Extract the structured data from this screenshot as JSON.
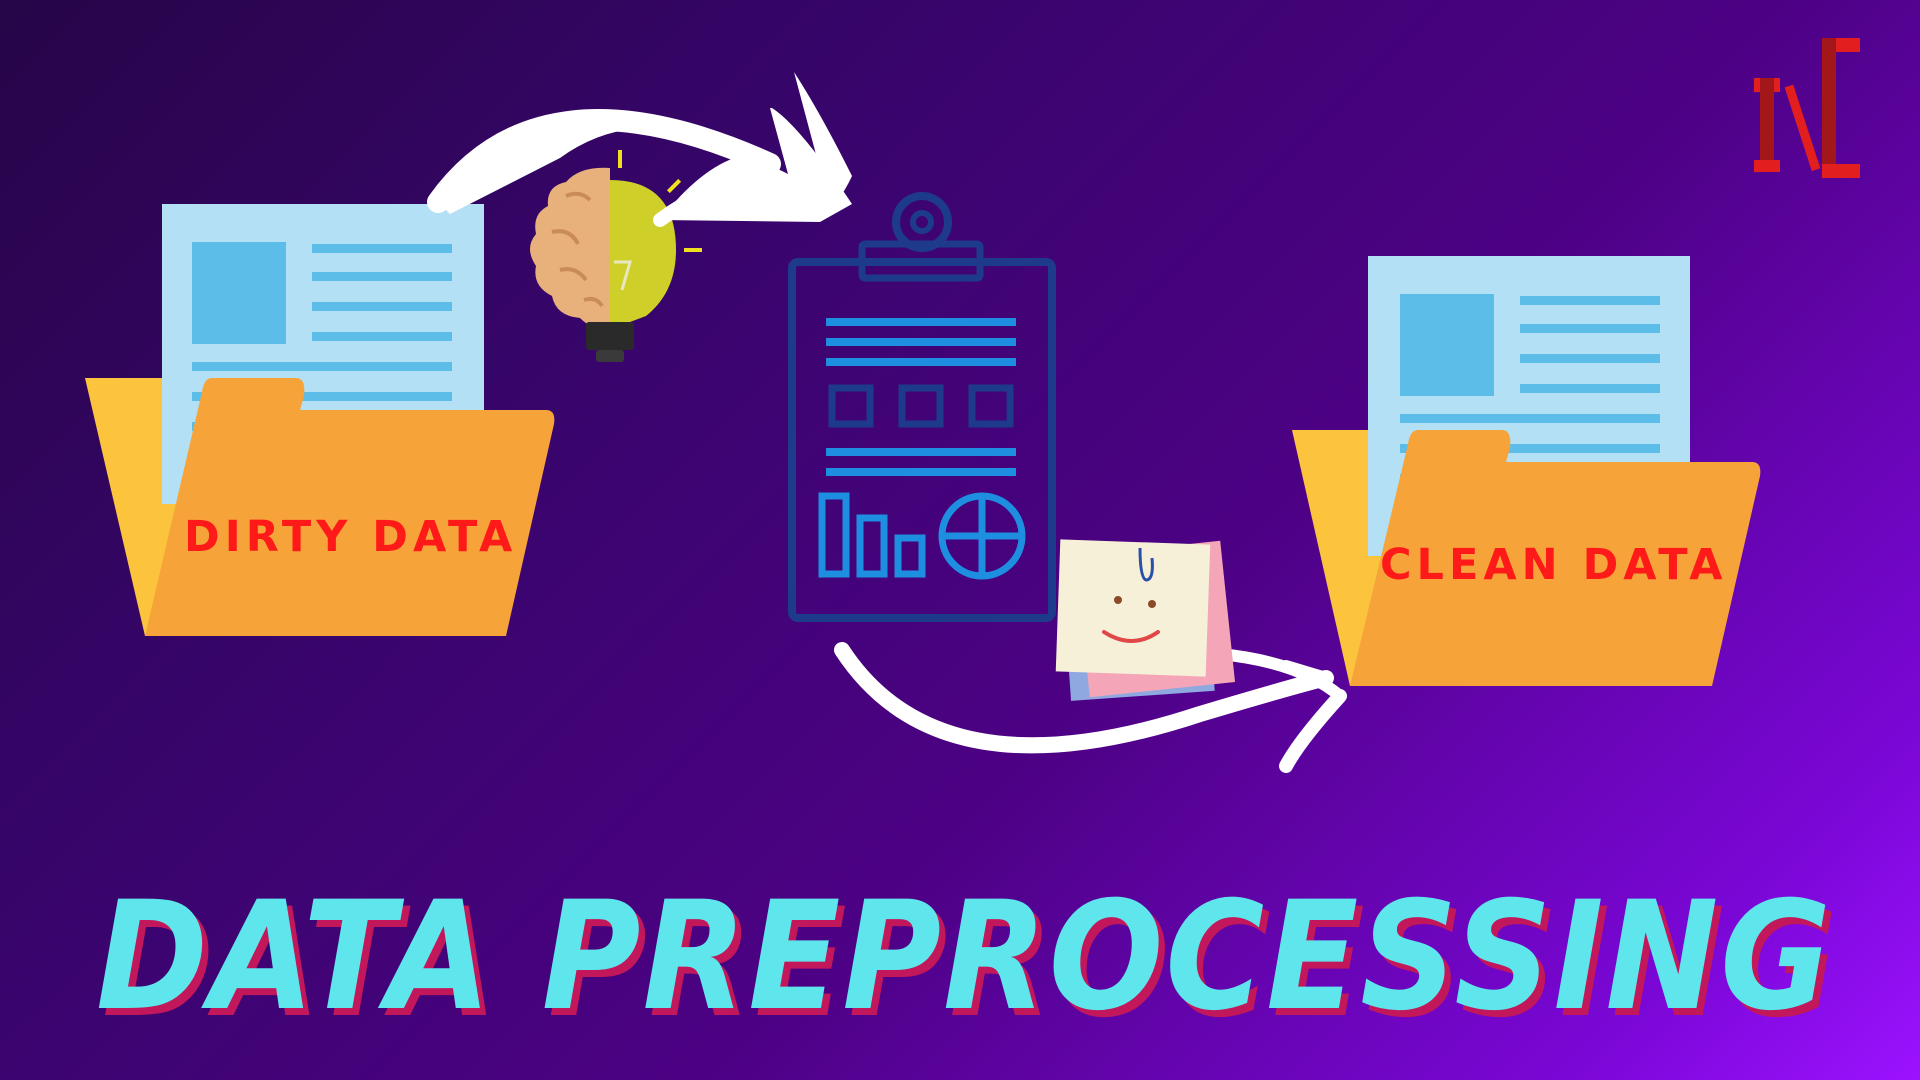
{
  "dirty_folder": {
    "label": "DIRTY DATA"
  },
  "clean_folder": {
    "label": "CLEAN DATA"
  },
  "headline": "DATA PREPROCESSING",
  "icons": [
    "folder-icon",
    "document-icon",
    "brain-lightbulb-icon",
    "clipboard-report-icon",
    "sticky-note-icon",
    "arrow-icon",
    "brand-logo"
  ],
  "colors": {
    "background_start": "#260548",
    "background_end": "#9c12ff",
    "folder": "#f6a43a",
    "folder_back": "#fcc43c",
    "document": "#b3e0f5",
    "document_lines": "#5bbde8",
    "label": "#ff1a1a",
    "headline": "#5ee6ec",
    "headline_shadow": "#c2185b",
    "clipboard_outline": "#1e3a8a",
    "clipboard_lines": "#1e8fe0",
    "logo": "#e31e1e"
  }
}
